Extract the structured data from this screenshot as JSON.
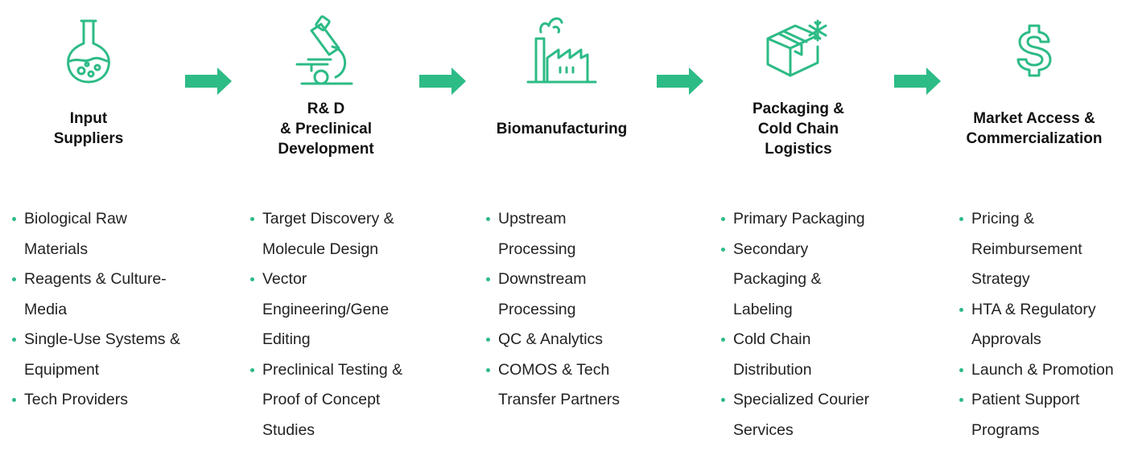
{
  "colors": {
    "accent": "#2dbb86",
    "text": "#1a1a1a"
  },
  "stages": [
    {
      "icon": "flask-icon",
      "title": "Input\nSuppliers",
      "items": [
        "Biological Raw Materials",
        "Reagents & Culture-Media",
        "Single-Use Systems & Equipment",
        "Tech Providers"
      ]
    },
    {
      "icon": "microscope-icon",
      "title": "R& D\n& Preclinical\nDevelopment",
      "items": [
        "Target Discovery & Molecule Design",
        "Vector Engineering/Gene Editing",
        "Preclinical Testing & Proof of Concept Studies"
      ]
    },
    {
      "icon": "factory-icon",
      "title": "Biomanufacturing",
      "items": [
        "Upstream Processing",
        "Downstream Processing",
        "QC & Analytics",
        "COMOS & Tech Transfer Partners"
      ]
    },
    {
      "icon": "cold-box-icon",
      "title": "Packaging &\nCold Chain\nLogistics",
      "items": [
        "Primary Packaging",
        "Secondary Packaging & Labeling",
        "Cold Chain Distribution",
        "Specialized Courier Services"
      ]
    },
    {
      "icon": "dollar-icon",
      "title": "Market Access &\nCommercialization",
      "items": [
        "Pricing & Reimbursement Strategy",
        "HTA & Regulatory Approvals",
        "Launch & Promotion",
        "Patient Support Programs"
      ]
    }
  ]
}
